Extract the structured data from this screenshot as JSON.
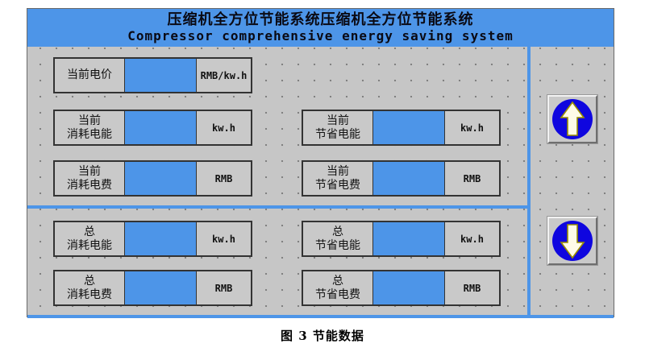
{
  "window": {
    "title_zh": "压缩机全方位节能系统压缩机全方位节能系统",
    "title_en": "Compressor comprehensive energy saving system"
  },
  "colors": {
    "accent_blue": "#4d95e8",
    "panel_gray": "#c6c6c6",
    "button_circle_blue": "#0f06df",
    "arrow_outline_olive": "#9b8f00"
  },
  "fields": {
    "current_price": {
      "label": "当前电价",
      "value": "",
      "unit": "RMB/kw.h"
    },
    "current_consumed_energy": {
      "label1": "当前",
      "label2": "消耗电能",
      "value": "",
      "unit": "kw.h"
    },
    "current_saved_energy": {
      "label1": "当前",
      "label2": "节省电能",
      "value": "",
      "unit": "kw.h"
    },
    "current_consumed_cost": {
      "label1": "当前",
      "label2": "消耗电费",
      "value": "",
      "unit": "RMB"
    },
    "current_saved_cost": {
      "label1": "当前",
      "label2": "节省电费",
      "value": "",
      "unit": "RMB"
    },
    "total_consumed_energy": {
      "label1": "总",
      "label2": "消耗电能",
      "value": "",
      "unit": "kw.h"
    },
    "total_saved_energy": {
      "label1": "总",
      "label2": "节省电能",
      "value": "",
      "unit": "kw.h"
    },
    "total_consumed_cost": {
      "label1": "总",
      "label2": "消耗电费",
      "value": "",
      "unit": "RMB"
    },
    "total_saved_cost": {
      "label1": "总",
      "label2": "节省电费",
      "value": "",
      "unit": "RMB"
    }
  },
  "caption": "图 3  节能数据"
}
